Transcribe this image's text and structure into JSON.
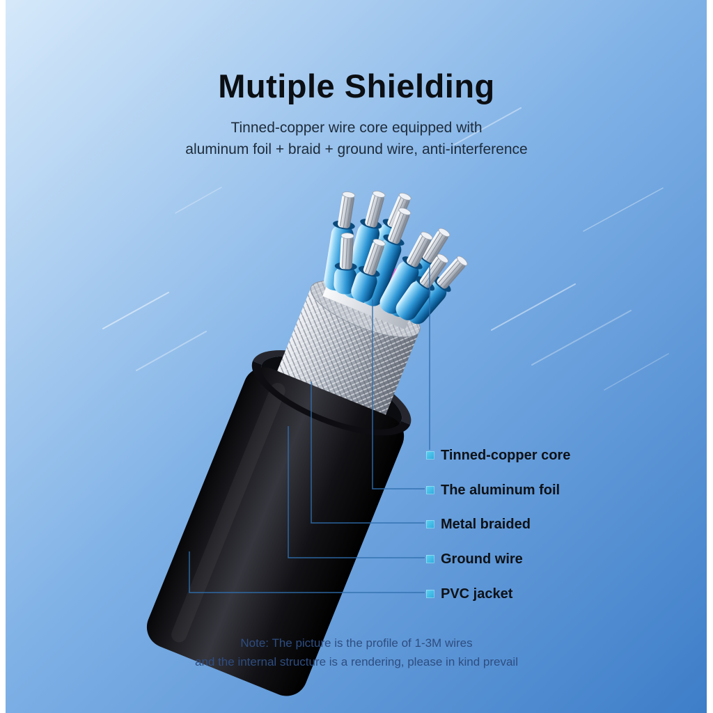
{
  "header": {
    "title": "Mutiple Shielding",
    "subtitle_line1": "Tinned-copper wire core equipped with",
    "subtitle_line2": "aluminum foil + braid + ground wire, anti-interference"
  },
  "callouts": [
    {
      "label": "Tinned-copper core"
    },
    {
      "label": "The aluminum foil"
    },
    {
      "label": "Metal braided"
    },
    {
      "label": "Ground wire"
    },
    {
      "label": "PVC jacket"
    }
  ],
  "footer": {
    "note_line1": "Note: The picture is the profile of 1-3M wires",
    "note_line2": "and the internal structure is a rendering, please in kind prevail"
  },
  "colors": {
    "accent_marker": "#2fa8dc",
    "accent_marker_light": "#5ed2f2",
    "background_top": "#d6e9fa",
    "background_mid": "#7fb1e6",
    "background_bottom": "#3d7dc8",
    "title_text": "#0b0e12",
    "body_text": "#1d2b3a",
    "label_text": "#0d1116",
    "note_text": "#2e4d80",
    "callout_line": "#2f6fae",
    "edge_strip": "#ffffff"
  }
}
